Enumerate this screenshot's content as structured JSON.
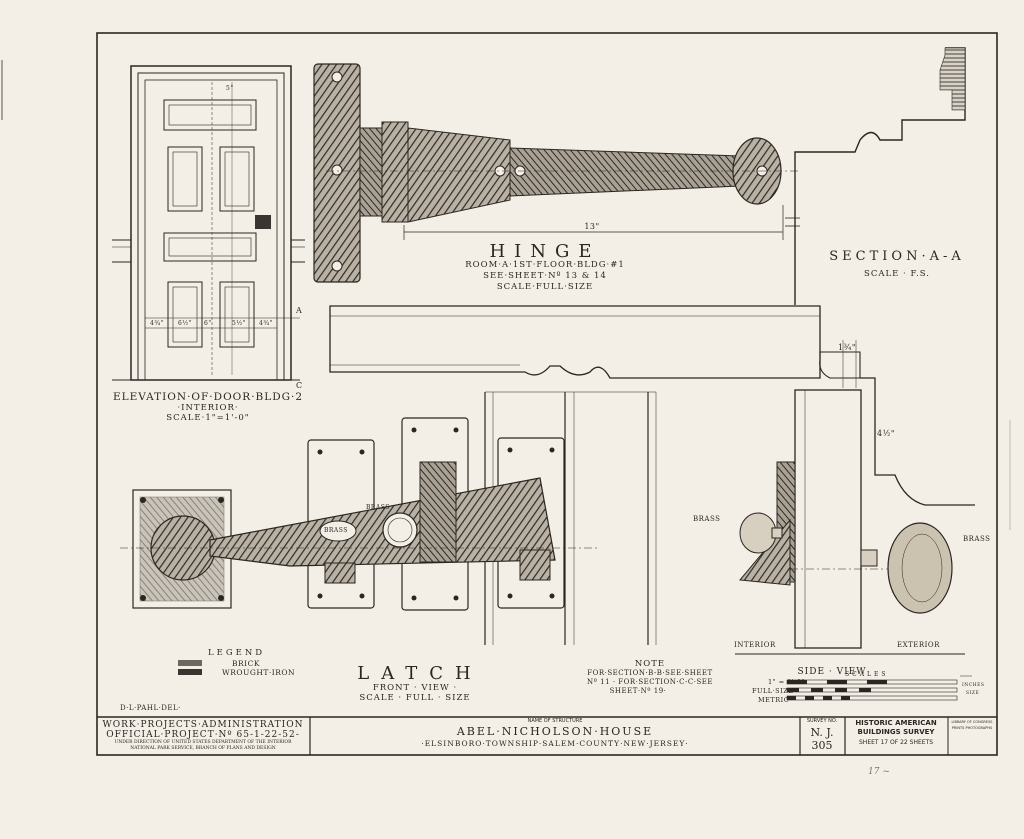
{
  "hinge": {
    "title": "HINGE",
    "line1": "ROOM·A·1ST·FLOOR·BLDG·#1",
    "line2": "SEE·SHEET·Nº 13 & 14",
    "line3": "SCALE·FULL·SIZE",
    "dimension": "13\""
  },
  "section_aa": {
    "title": "SECTION·A-A",
    "scale": "SCALE · F.S.",
    "dim_width": "1¾\"",
    "dim_depth": "4½\""
  },
  "door": {
    "title": "ELEVATION·OF·DOOR·BLDG·2",
    "sub": "·INTERIOR·",
    "scale": "SCALE·1\"=1'-0\"",
    "mark_a": "A",
    "mark_c": "C",
    "dims": [
      "4¾\"",
      "6½\"",
      "6\"",
      "5½\"",
      "4¾\"",
      "5\""
    ]
  },
  "latch": {
    "title": "LATCH",
    "view": "FRONT · VIEW ·",
    "scale": "SCALE · FULL · SIZE",
    "brass_label": "BRASS",
    "brass_label2": "BRASS"
  },
  "side_view": {
    "title": "SIDE · VIEW",
    "brass_left": "BRASS",
    "brass_right": "BRASS",
    "interior": "INTERIOR",
    "exterior": "EXTERIOR"
  },
  "note": {
    "title": "NOTE",
    "line1": "FOR·SECTION·B-B·SEE·SHEET",
    "line2": "Nº 11 · FOR·SECTION·C-C·SEE",
    "line3": "SHEET·Nº 19·"
  },
  "legend": {
    "title": "LEGEND",
    "items": [
      {
        "label": "BRICK",
        "color": "#6e6760"
      },
      {
        "label": "WROUGHT·IRON",
        "color": "#3a3530"
      }
    ]
  },
  "scales": {
    "label": "SCALES",
    "rows": [
      "1\" = 1'-0\"",
      "FULL·SIZE",
      "METRIC"
    ],
    "right1": "INCHES",
    "right2": "SIZE"
  },
  "delineator": "D·L·PAHL·DEL·",
  "title_block": {
    "wpa_line1": "WORK·PROJECTS·ADMINISTRATION",
    "wpa_line2": "OFFICIAL·PROJECT·Nº 65-1-22-52-",
    "wpa_line3": "UNDER DIRECTION OF UNITED STATES DEPARTMENT OF THE INTERIOR",
    "wpa_line4": "NATIONAL PARK SERVICE, BRANCH OF PLANS AND DESIGN",
    "name_header": "NAME OF STRUCTURE",
    "structure_name": "ABEL·NICHOLSON·HOUSE",
    "location": "·ELSINBORO·TOWNSHIP·SALEM·COUNTY·NEW·JERSEY·",
    "survey_header": "SURVEY NO.",
    "survey_state": "N. J.",
    "survey_number": "305",
    "habs_line1": "HISTORIC AMERICAN",
    "habs_line2": "BUILDINGS SURVEY",
    "sheet_line": "SHEET 17 OF 22 SHEETS",
    "loc_line1": "LIBRARY OF CONGRESS",
    "loc_line2": "PRINTS PHOTOGRAPHS"
  },
  "margin_note": "17 ~"
}
